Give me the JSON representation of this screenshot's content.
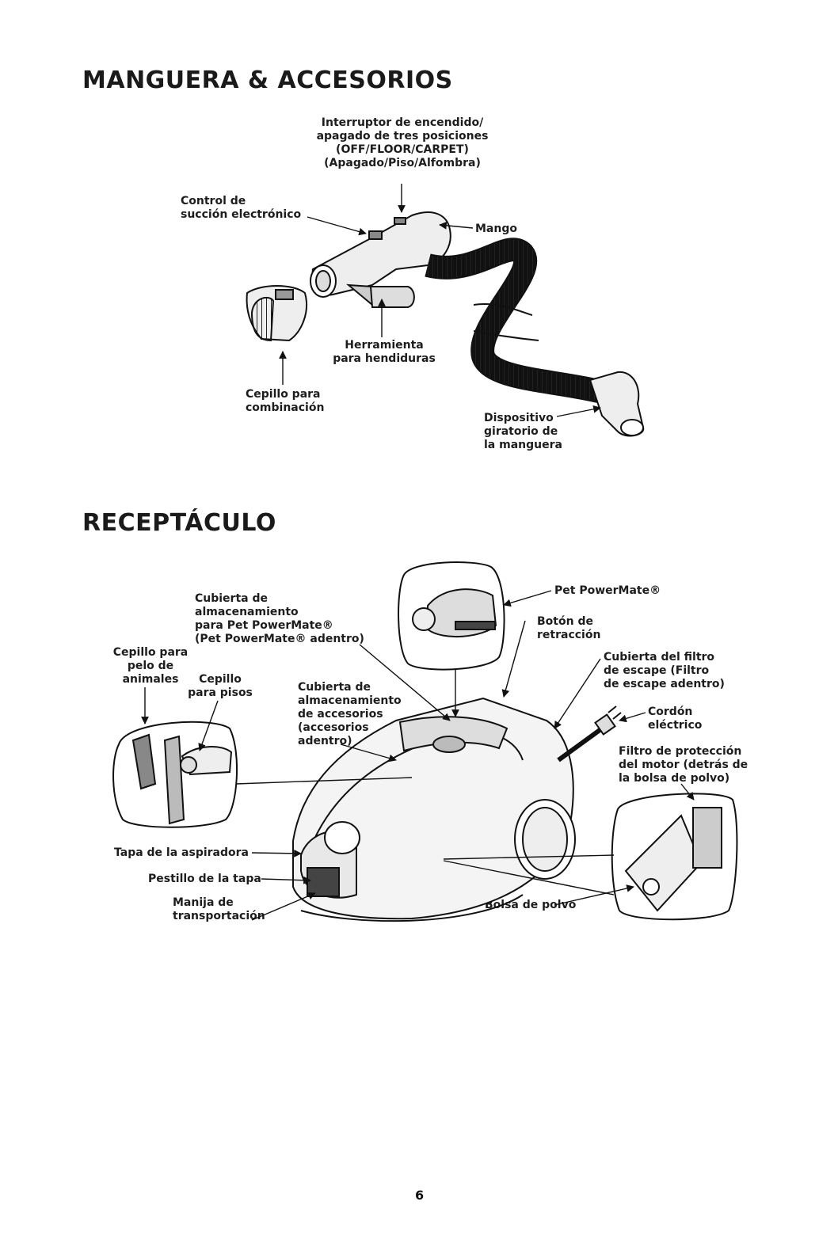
{
  "sections": {
    "hose": {
      "title": "MANGUERA & ACCESORIOS",
      "labels": {
        "switch": "Interruptor de encendido/\napagado de tres posiciones\n(OFF/FLOOR/CARPET)\n(Apagado/Piso/Alfombra)",
        "suction": "Control de\nsucción electrónico",
        "handle": "Mango",
        "crevice": "Herramienta\npara hendiduras",
        "combo_brush": "Cepillo para\ncombinación",
        "swivel": "Dispositivo\ngiratorio de\nla manguera"
      }
    },
    "canister": {
      "title": "RECEPTÁCULO",
      "labels": {
        "pet_storage": "Cubierta de\nalmacenamiento\npara Pet PowerMate®\n(Pet PowerMate® adentro)",
        "pet_brush": "Cepillo para\npelo de\nanimales",
        "floor_brush": "Cepillo\npara pisos",
        "acc_storage": "Cubierta de\nalmacenamiento\nde accesorios\n(accesorios\nadentro)",
        "pet_powermate": "Pet PowerMate®",
        "retract": "Botón de\nretracción",
        "exhaust": "Cubierta del filtro\nde escape (Filtro\nde escape adentro)",
        "cord": "Cordón\neléctrico",
        "motor_filter": "Filtro de protección\ndel motor (detrás de\nla bolsa de polvo)",
        "lid": "Tapa de la aspiradora",
        "latch": "Pestillo de la tapa",
        "carry": "Manija de\ntransportación",
        "bag": "Bolsa de polvo"
      }
    }
  },
  "page_number": "6"
}
